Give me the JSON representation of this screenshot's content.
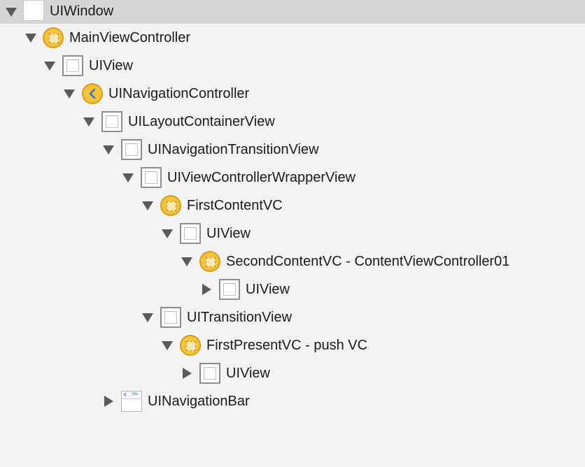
{
  "tree": {
    "nodes": [
      {
        "label": "UIWindow",
        "icon": "window-icon",
        "state": "expanded"
      },
      {
        "label": "MainViewController",
        "icon": "view-controller-icon",
        "state": "expanded"
      },
      {
        "label": "UIView",
        "icon": "view-icon",
        "state": "expanded"
      },
      {
        "label": "UINavigationController",
        "icon": "navigation-controller-icon",
        "state": "expanded"
      },
      {
        "label": "UILayoutContainerView",
        "icon": "view-icon",
        "state": "expanded"
      },
      {
        "label": "UINavigationTransitionView",
        "icon": "view-icon",
        "state": "expanded"
      },
      {
        "label": "UIViewControllerWrapperView",
        "icon": "view-icon",
        "state": "expanded"
      },
      {
        "label": "FirstContentVC",
        "icon": "view-controller-icon",
        "state": "expanded"
      },
      {
        "label": "UIView",
        "icon": "view-icon",
        "state": "expanded"
      },
      {
        "label": "SecondContentVC - ContentViewController01",
        "icon": "view-controller-icon",
        "state": "expanded"
      },
      {
        "label": "UIView",
        "icon": "view-icon",
        "state": "collapsed"
      },
      {
        "label": "UITransitionView",
        "icon": "view-icon",
        "state": "expanded"
      },
      {
        "label": "FirstPresentVC - push VC",
        "icon": "view-controller-icon",
        "state": "expanded"
      },
      {
        "label": "UIView",
        "icon": "view-icon",
        "state": "collapsed"
      },
      {
        "label": "UINavigationBar",
        "icon": "navigation-bar-icon",
        "state": "collapsed"
      }
    ],
    "navbar_icon_text": "Title"
  },
  "colors": {
    "background": "#f3f3f3",
    "selected_row": "#d6d6d6",
    "vc_icon_fill": "#f5c33b",
    "vc_icon_border": "#d69d16",
    "nav_chevron": "#2f6fd6",
    "disclosure": "#5a5a5a"
  }
}
